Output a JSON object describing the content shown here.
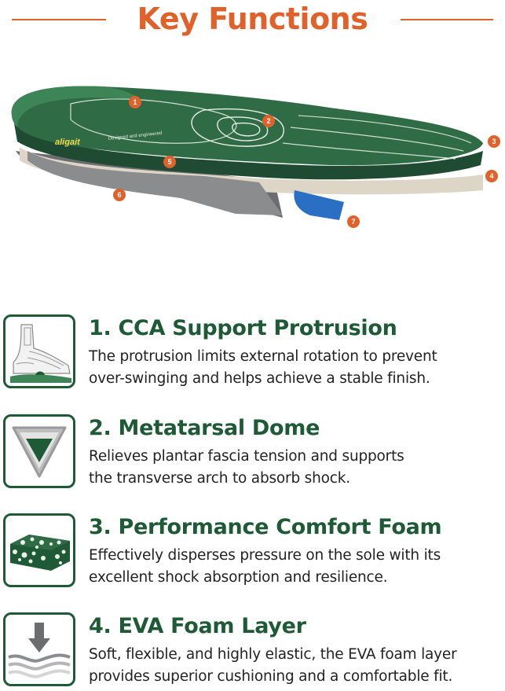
{
  "header": {
    "title": "Key Functions"
  },
  "hero": {
    "brand": "aligait",
    "tagline": "Designed and engineered",
    "markers": [
      "1",
      "2",
      "3",
      "4",
      "5",
      "6",
      "7"
    ],
    "colors": {
      "insole_green": "#2f6b44",
      "marker": "#e0622a",
      "pad_blue": "#2a6fc4"
    }
  },
  "features": [
    {
      "title": "1. CCA Support Protrusion",
      "desc": [
        "The protrusion limits external rotation to prevent",
        "over-swinging and helps achieve a stable finish."
      ],
      "icon": "foot-skeleton-icon"
    },
    {
      "title": "2. Metatarsal Dome",
      "desc": [
        "Relieves plantar fascia tension and supports",
        "the transverse arch to absorb shock."
      ],
      "icon": "metatarsal-dome-icon"
    },
    {
      "title": "3. Performance Comfort Foam",
      "desc": [
        "Effectively disperses pressure on the sole with its",
        "excellent shock absorption and resilience."
      ],
      "icon": "foam-block-icon"
    },
    {
      "title": "4. EVA Foam Layer",
      "desc": [
        "Soft, flexible, and highly elastic, the EVA foam layer",
        "provides superior cushioning and a comfortable fit."
      ],
      "icon": "eva-layer-icon"
    }
  ],
  "colors": {
    "accent_orange": "#e0622a",
    "brand_green": "#1d5a35"
  }
}
